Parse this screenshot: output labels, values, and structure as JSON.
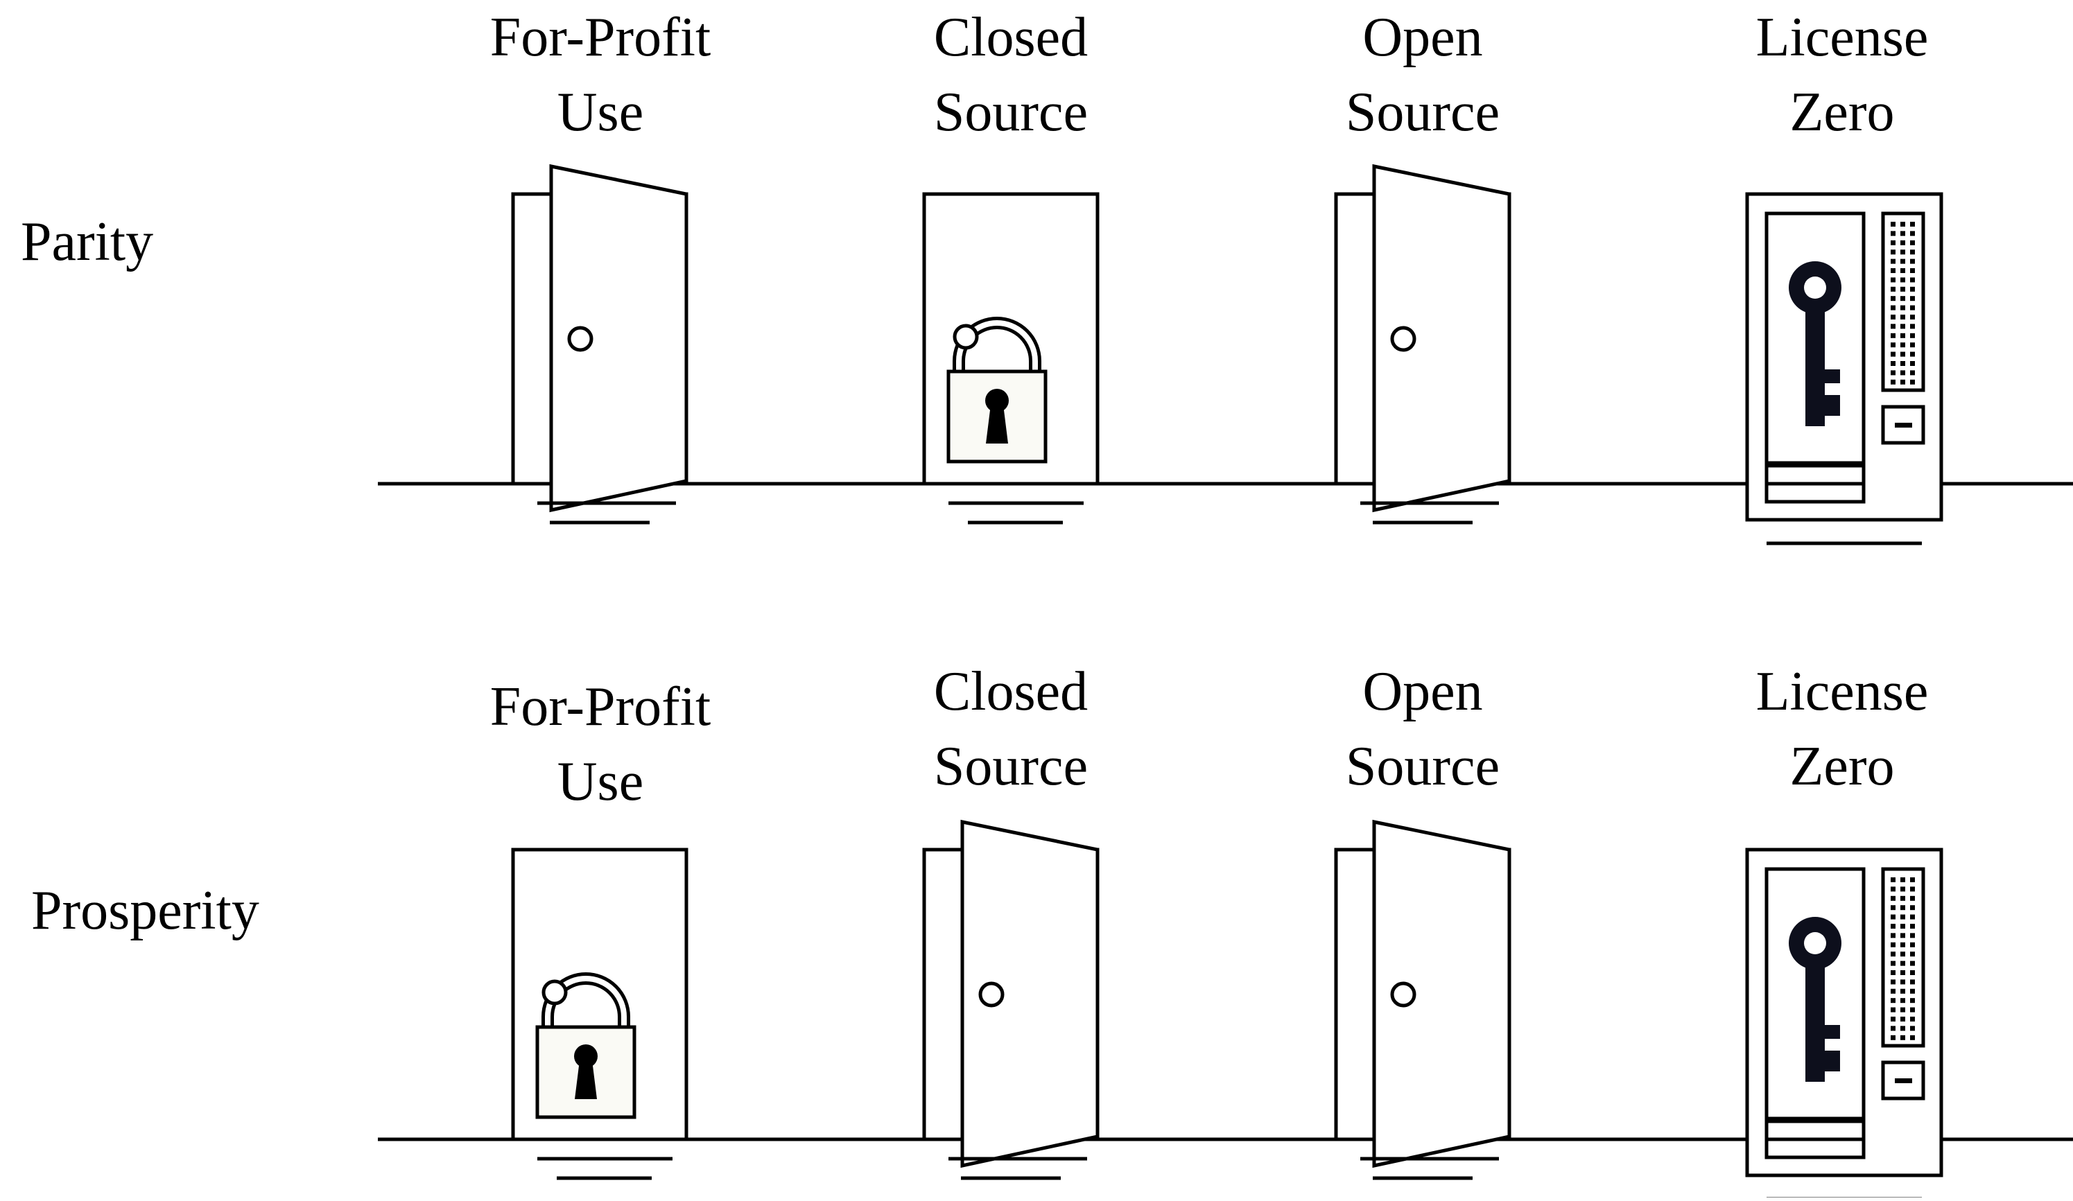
{
  "rows": [
    {
      "label": "Parity",
      "columns": [
        {
          "title": [
            "For-Profit",
            "Use"
          ],
          "icon": "open-door-icon",
          "state": "open"
        },
        {
          "title": [
            "Closed",
            "Source"
          ],
          "icon": "locked-door-icon",
          "state": "locked"
        },
        {
          "title": [
            "Open",
            "Source"
          ],
          "icon": "open-door-icon",
          "state": "open"
        },
        {
          "title": [
            "License",
            "Zero"
          ],
          "icon": "key-vending-machine-icon",
          "state": "vending"
        }
      ]
    },
    {
      "label": "Prosperity",
      "columns": [
        {
          "title": [
            "For-Profit",
            "Use"
          ],
          "icon": "locked-door-icon",
          "state": "locked"
        },
        {
          "title": [
            "Closed",
            "Source"
          ],
          "icon": "open-door-icon",
          "state": "open"
        },
        {
          "title": [
            "Open",
            "Source"
          ],
          "icon": "open-door-icon",
          "state": "open"
        },
        {
          "title": [
            "License",
            "Zero"
          ],
          "icon": "key-vending-machine-icon",
          "state": "vending"
        }
      ]
    }
  ],
  "colors": {
    "stroke": "#000000",
    "key": "#0d0f1c",
    "lock_fill": "#fafaf5",
    "door_fill": "#ffffff"
  }
}
